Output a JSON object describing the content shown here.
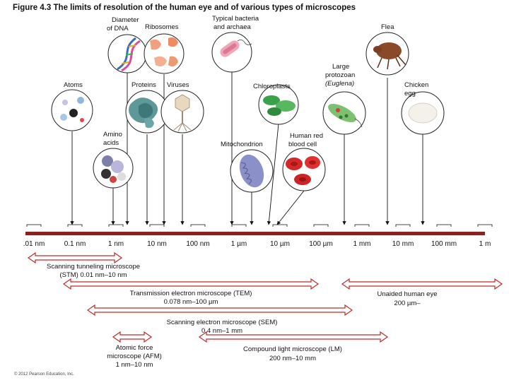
{
  "figure": {
    "title": "Figure 4.3 The limits of resolution of the human eye and of various types of microscopes",
    "copyright": "© 2012 Pearson Education, Inc."
  },
  "colors": {
    "scale_bar": "#8a2020",
    "arrow": "#c02a2a",
    "arrow_fill": "#ffffff",
    "ink": "#111111"
  },
  "scale": {
    "ticks": [
      ".01 nm",
      "0.1 nm",
      "1 nm",
      "10 nm",
      "100 nm",
      "1 µm",
      "10 µm",
      "100 µm",
      "1 mm",
      "10 mm",
      "100 mm",
      "1 m"
    ]
  },
  "objects": {
    "atoms": "Atoms",
    "amino_acids": [
      "Amino",
      "acids"
    ],
    "proteins": "Proteins",
    "viruses": "Viruses",
    "dna": [
      "Diameter",
      "of DNA"
    ],
    "ribosomes": "Ribosomes",
    "bacteria": [
      "Typical bacteria",
      "and archaea"
    ],
    "chloroplasts": "Chloroplasts",
    "mitochondrion": "Mitochondrion",
    "rbc": [
      "Human red",
      "blood cell"
    ],
    "protozoan": [
      "Large",
      "protozoan",
      "(Euglena)"
    ],
    "flea": "Flea",
    "egg": [
      "Chicken",
      "egg"
    ]
  },
  "microscopes": {
    "stm": [
      "Scanning tunneling microscope",
      "(STM) 0.01 nm–10 nm"
    ],
    "tem": [
      "Transmission electron microscope (TEM)",
      "0.078 nm–100 µm"
    ],
    "sem": [
      "Scanning electron microscope (SEM)",
      "0.4 nm–1 mm"
    ],
    "afm": [
      "Atomic force",
      "microscope (AFM)",
      "1 nm–10 nm"
    ],
    "lm": [
      "Compound light microscope (LM)",
      "200 nm–10 mm"
    ],
    "eye": [
      "Unaided human eye",
      "200 µm–"
    ]
  }
}
